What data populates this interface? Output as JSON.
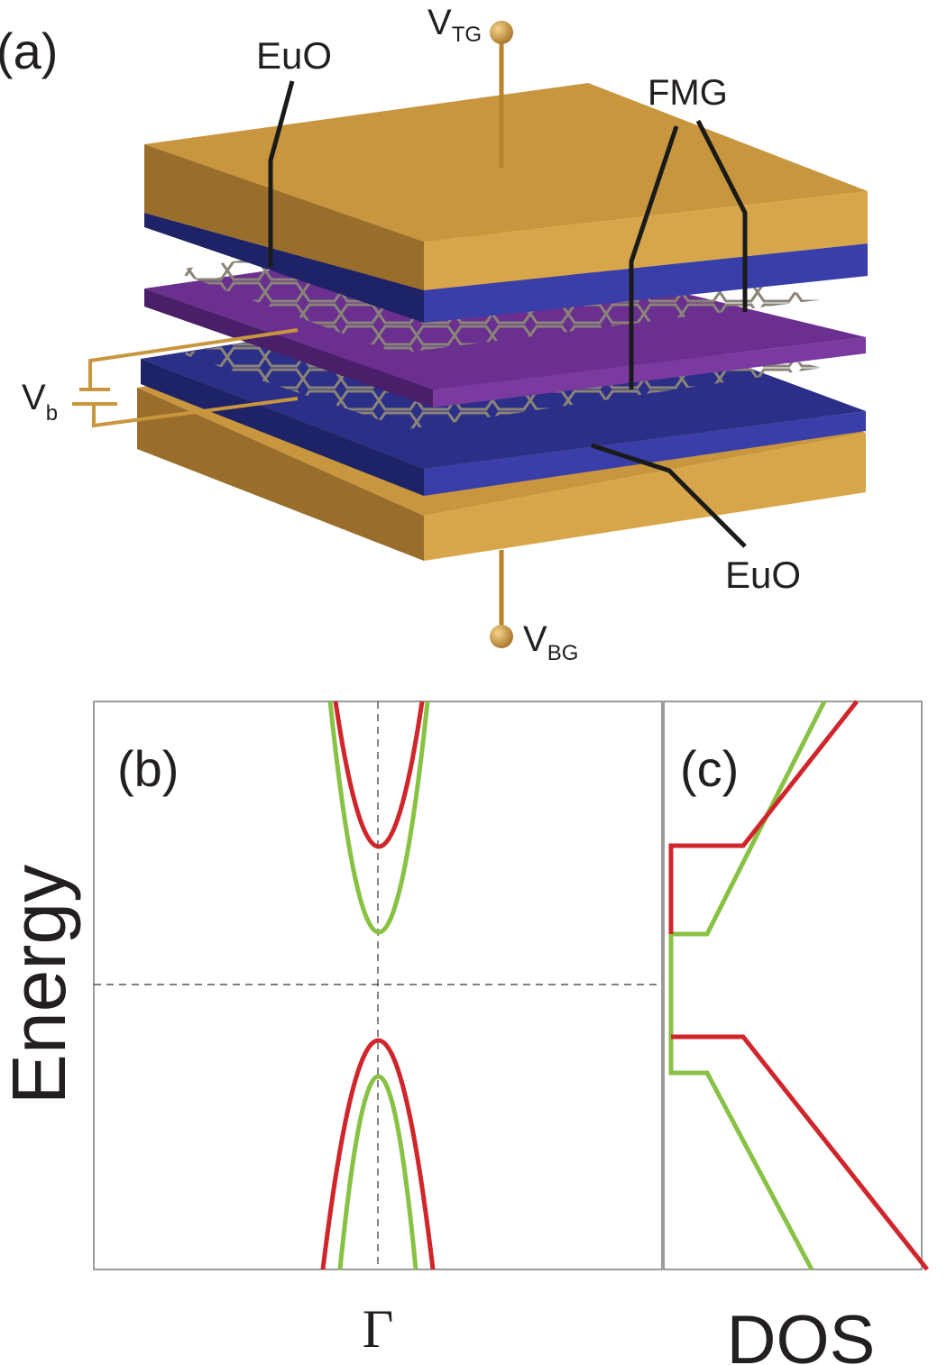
{
  "panel_a": {
    "label": "(a)",
    "top_gate": {
      "main": "V",
      "sub": "TG"
    },
    "bottom_gate": {
      "main": "V",
      "sub": "BG"
    },
    "bias": {
      "main": "V",
      "sub": "b"
    },
    "euo_top": "EuO",
    "euo_bottom": "EuO",
    "fmg": "FMG"
  },
  "panel_b": {
    "label": "(b)",
    "y_axis": "Energy",
    "x_tick": "Γ"
  },
  "panel_c": {
    "label": "(c)",
    "x_axis": "DOS"
  },
  "colors": {
    "gold": "#c8963e",
    "gold_dark": "#9a6e2a",
    "euo_blue": "#2c2f88",
    "barrier_purple": "#6a2f8f",
    "graphene": "#8a8478",
    "red_curve": "#d0262b",
    "green_curve": "#88c244"
  }
}
